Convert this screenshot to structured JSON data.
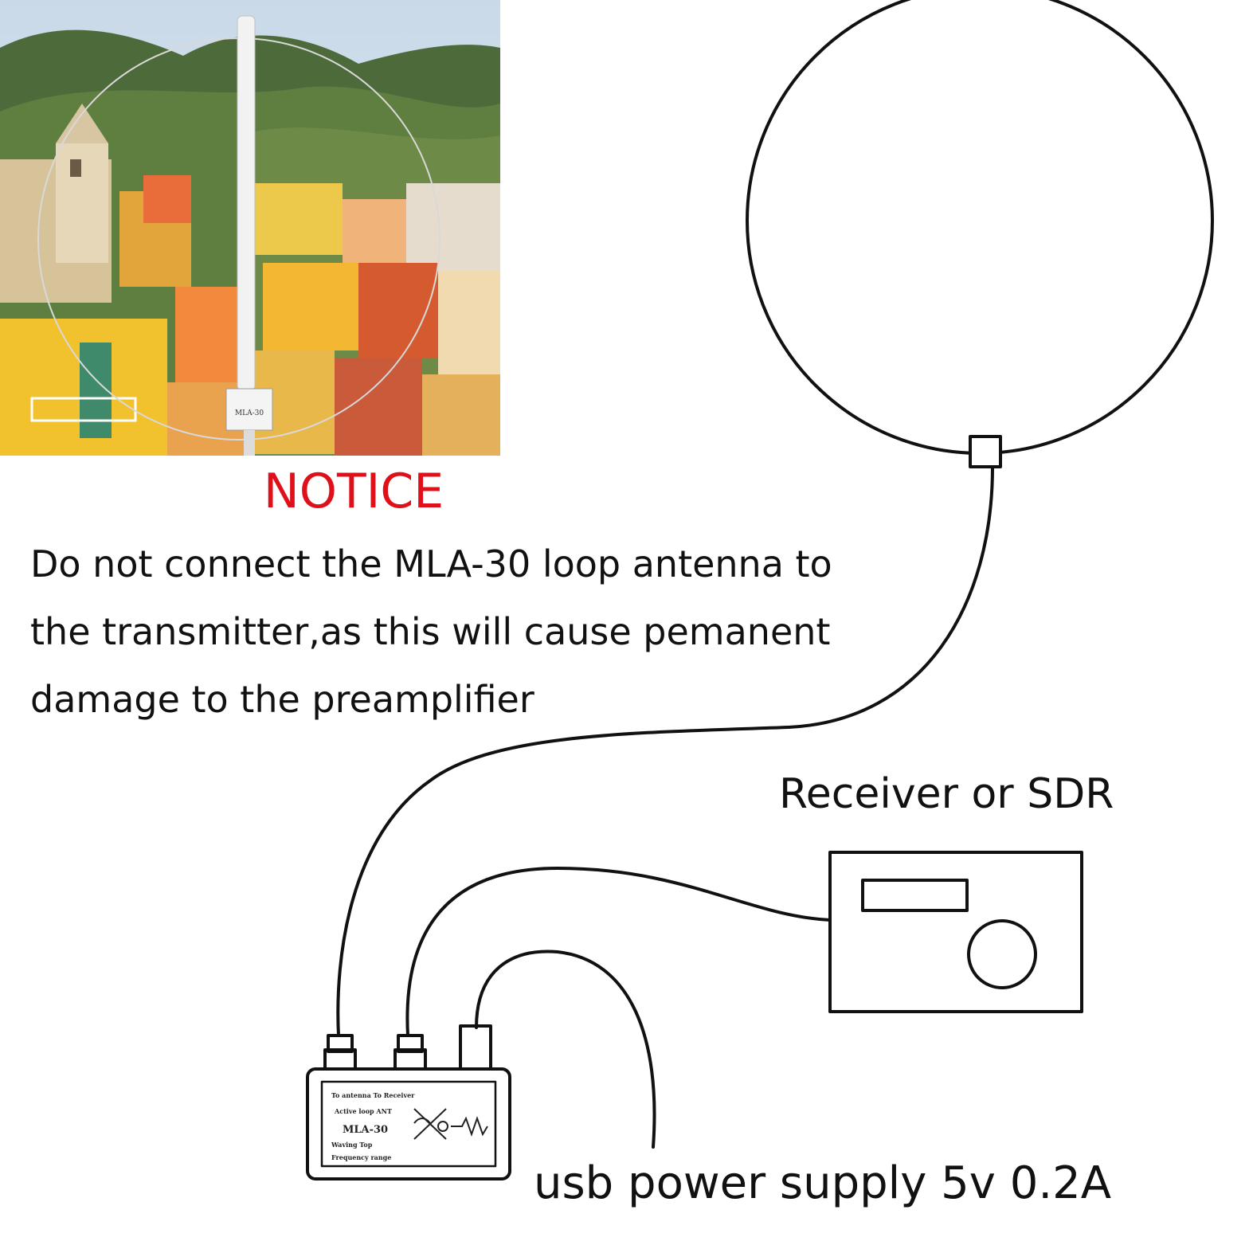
{
  "notice": {
    "title": "NOTICE",
    "lines": [
      "Do not connect the MLA-30 loop antenna to",
      "the transmitter,as this will cause pemanent",
      "damage to the preamplifier"
    ],
    "title_color": "#e0101a"
  },
  "diagram": {
    "receiver_label": "Receiver or SDR",
    "power_label": "usb power supply 5v 0.2A",
    "device": {
      "model": "MLA-30",
      "label_rows": [
        "To antenna  To Receiver",
        "Active loop ANT",
        "MLA-30",
        "Waving Top",
        "Frequency range"
      ]
    }
  },
  "photo": {
    "antenna_box_text": "MLA-30",
    "icons": [
      "church-tower-icon",
      "hills-icon",
      "loop-antenna-icon"
    ]
  }
}
